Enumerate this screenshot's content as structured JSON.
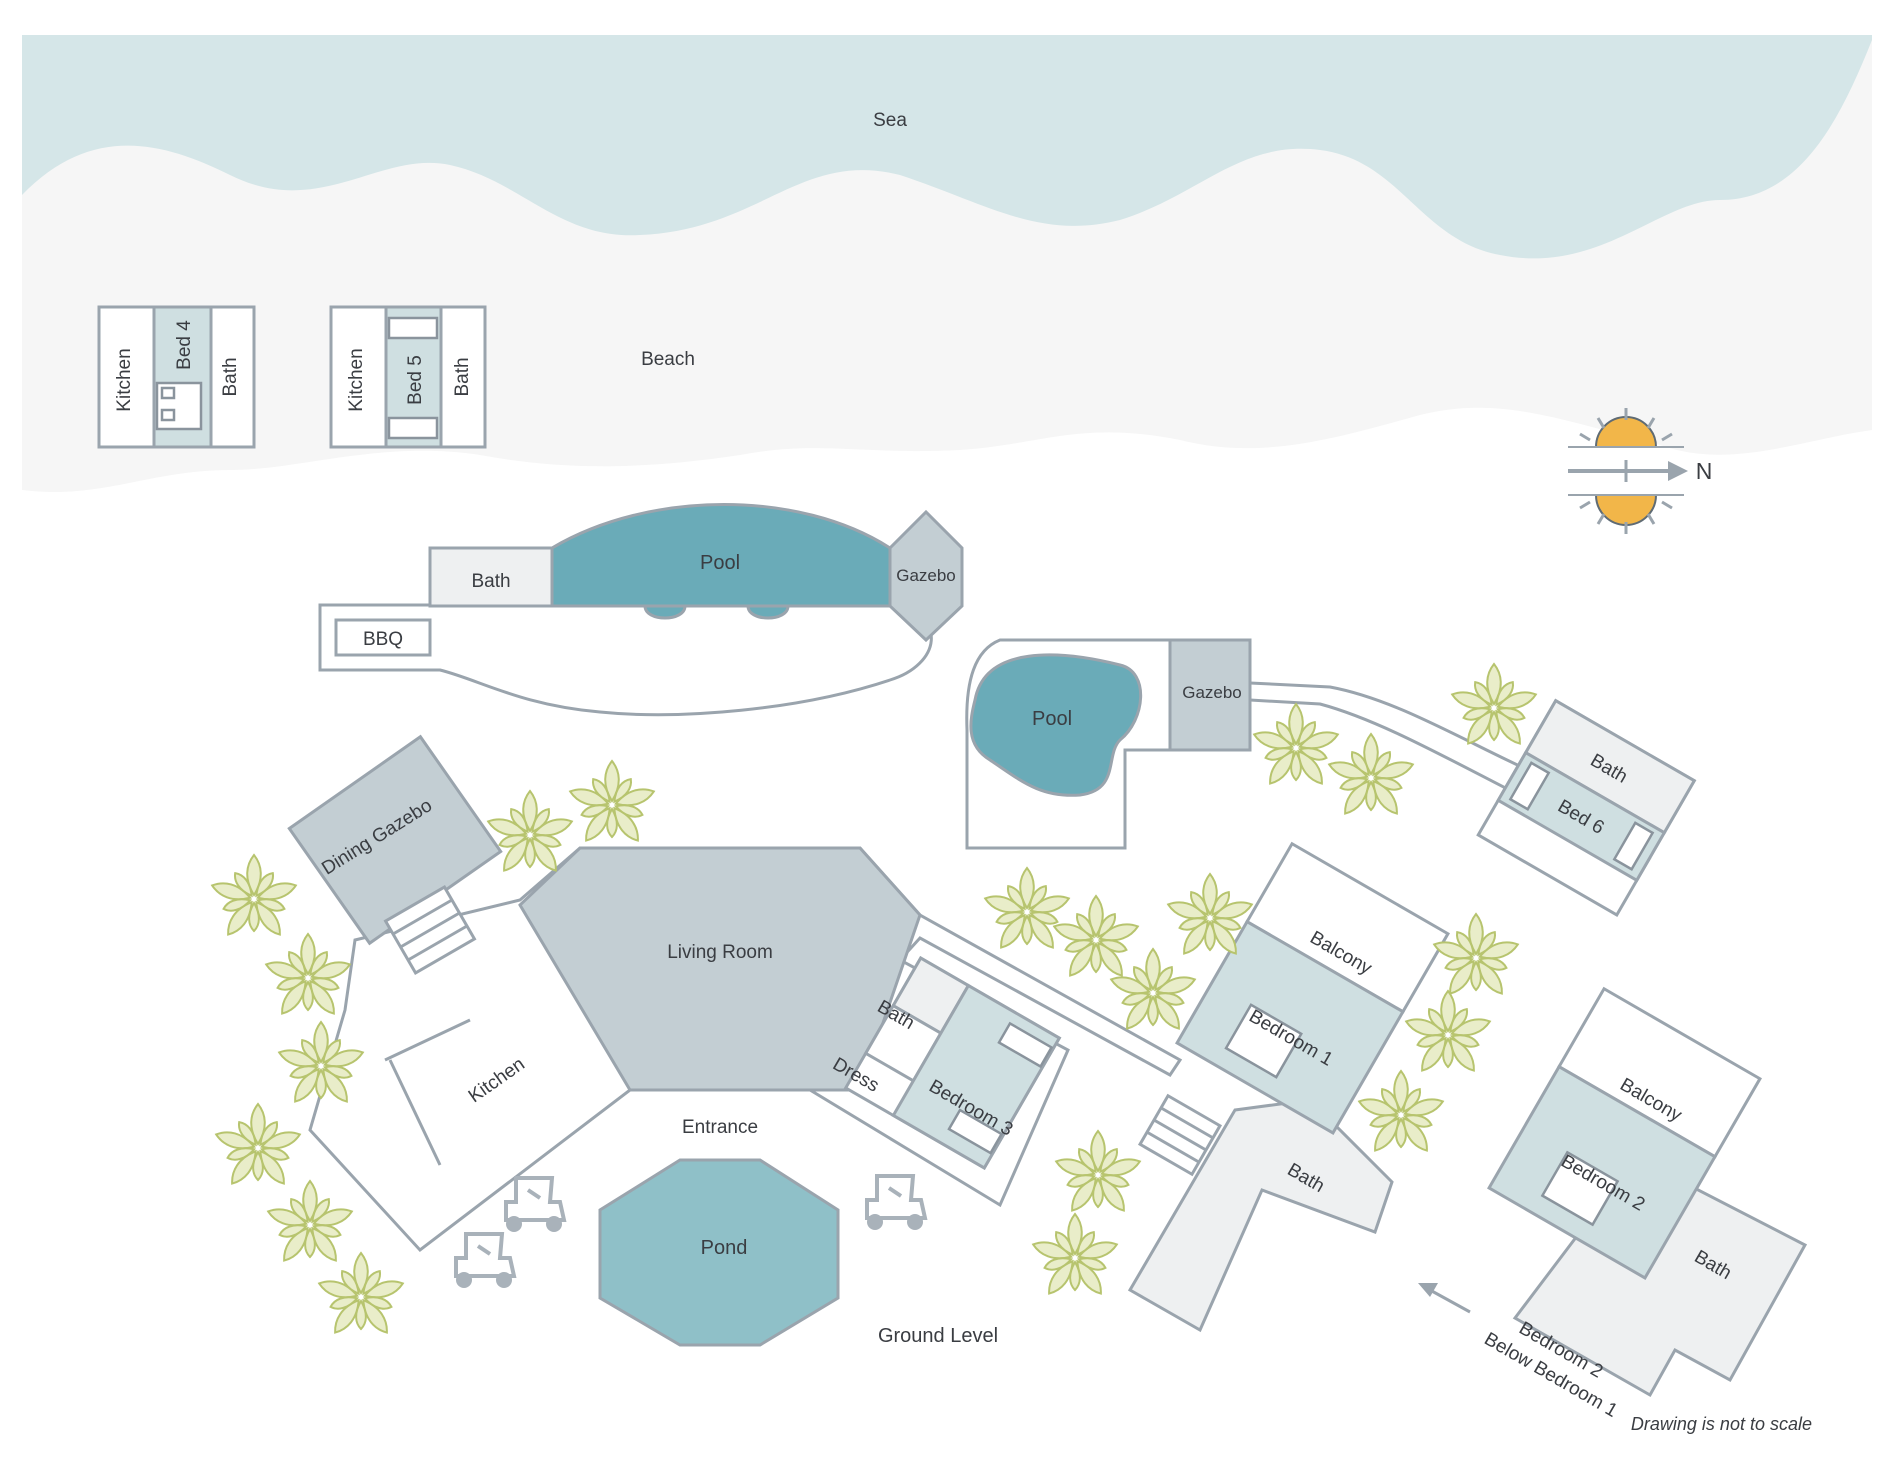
{
  "areas": {
    "sea": "Sea",
    "beach": "Beach",
    "entrance": "Entrance",
    "ground_level": "Ground Level"
  },
  "beach_cabin_1": {
    "kitchen": "Kitchen",
    "bed": "Bed 4",
    "bath": "Bath"
  },
  "beach_cabin_2": {
    "kitchen": "Kitchen",
    "bed": "Bed 5",
    "bath": "Bath"
  },
  "pool_area_1": {
    "bath": "Bath",
    "pool": "Pool",
    "gazebo": "Gazebo",
    "bbq": "BBQ"
  },
  "pool_area_2": {
    "pool": "Pool",
    "gazebo": "Gazebo"
  },
  "bed6_cabin": {
    "bath": "Bath",
    "bed": "Bed 6"
  },
  "main_house": {
    "dining_gazebo": "Dining Gazebo",
    "living_room": "Living Room",
    "kitchen": "Kitchen",
    "bath": "Bath",
    "dress": "Dress",
    "bedroom3": "Bedroom 3",
    "pond": "Pond"
  },
  "wing_1": {
    "balcony": "Balcony",
    "bedroom": "Bedroom 1",
    "bath": "Bath"
  },
  "wing_2": {
    "balcony": "Balcony",
    "bedroom": "Bedroom 2",
    "bath": "Bath"
  },
  "compass": {
    "north": "N"
  },
  "notes": {
    "arrow_line1": "Bedroom 2",
    "arrow_line2": "Below Bedroom 1",
    "scale_note": "Drawing is not to scale"
  },
  "colors": {
    "sea": "#d5e6e8",
    "beach": "#f6f6f6",
    "pool": "#6aabb8",
    "pond": "#8fc0c8",
    "room_teal": "#cfdfe1",
    "sun": "#f2b649",
    "plant": "#e9edc9"
  },
  "icons": [
    "sun-icon",
    "compass-arrow-icon",
    "palm-plant-icon",
    "golf-cart-icon",
    "double-bed-icon",
    "single-bed-icon",
    "stairs-icon"
  ]
}
